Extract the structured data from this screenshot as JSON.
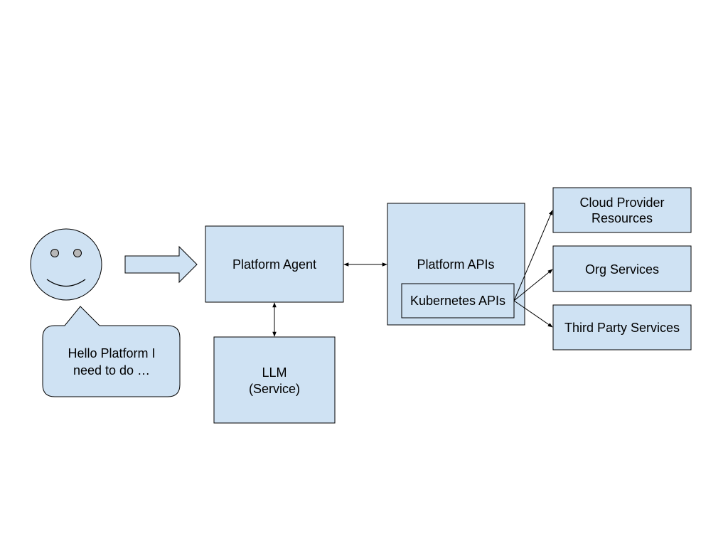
{
  "diagram": {
    "speech_bubble": {
      "line1": "Hello Platform I",
      "line2": "need to do …"
    },
    "platform_agent": {
      "label": "Platform Agent"
    },
    "llm": {
      "line1": "LLM",
      "line2": "(Service)"
    },
    "platform_apis": {
      "label": "Platform APIs"
    },
    "kubernetes_apis": {
      "label": "Kubernetes APIs"
    },
    "cloud_provider": {
      "line1": "Cloud Provider",
      "line2": "Resources"
    },
    "org_services": {
      "label": "Org Services"
    },
    "third_party": {
      "label": "Third Party Services"
    }
  },
  "colors": {
    "box_fill": "#cfe2f3",
    "stroke": "#000000"
  }
}
